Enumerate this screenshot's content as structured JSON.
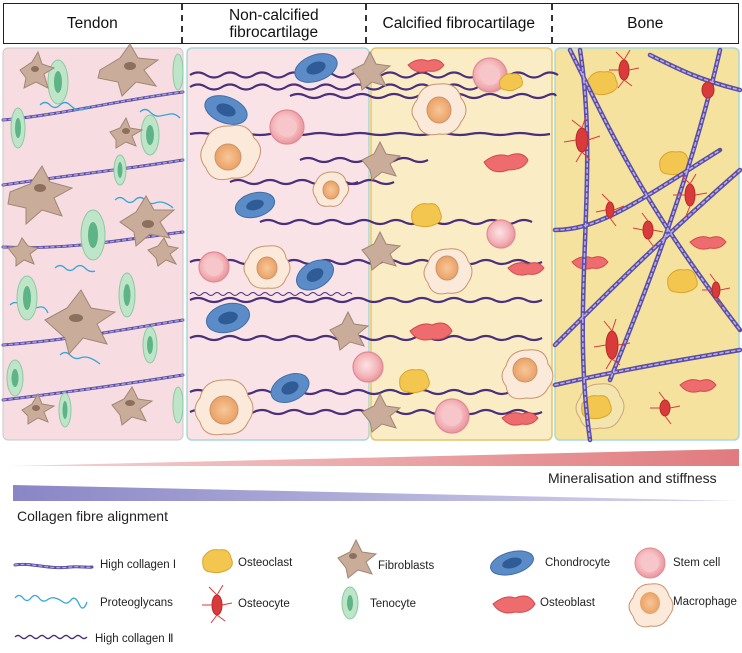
{
  "columns": [
    {
      "label": "Tendon"
    },
    {
      "label": "Non-calcified fibrocartilage"
    },
    {
      "label": "Calcified fibrocartilage"
    },
    {
      "label": "Bone"
    }
  ],
  "gradients": {
    "mineralisation_label": "Mineralisation and stiffness",
    "alignment_label": "Collagen fibre alignment",
    "mineralisation_color": "#e07b7e",
    "alignment_color": "#8a86c6"
  },
  "legend": {
    "high_collagen_1": "High collagen I",
    "proteoglycans": "Proteoglycans",
    "high_collagen_2": "High collagen Ⅱ",
    "osteoclast": "Osteoclast",
    "osteocyte": "Osteocyte",
    "fibroblasts": "Fibroblasts",
    "tenocyte": "Tenocyte",
    "chondrocyte": "Chondrocyte",
    "osteoblast": "Osteoblast",
    "stem_cell": "Stem cell",
    "macrophage": "Macrophage"
  },
  "colors": {
    "tendon_bg": "#f7dde2",
    "noncalcified_bg": "#f9e3e6",
    "calcified_bg": "#faedc6",
    "bone_bg": "#f5e29e",
    "collagen_1": "#5b4ea3",
    "collagen_2": "#4a2f7a",
    "proteoglycan": "#3aa6d6",
    "fibroblast": "#c9ad9a",
    "tenocyte": "#9fd6b5",
    "chondrocyte": "#5b8cc7",
    "osteoblast": "#ee6b6e",
    "osteocyte": "#d93a3a",
    "osteoclast": "#f3c64f",
    "stem_cell": "#f4b6bb",
    "macrophage": "#f2c39b"
  }
}
